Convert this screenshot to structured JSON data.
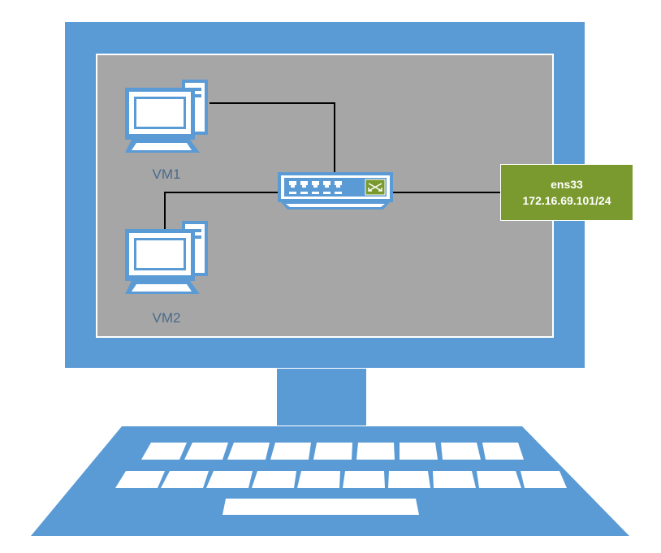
{
  "diagram": {
    "vms": [
      {
        "label": "VM1"
      },
      {
        "label": "VM2"
      }
    ],
    "nic": {
      "name": "ens33",
      "address": "172.16.69.101/24"
    }
  },
  "colors": {
    "monitor": "#5b9bd5",
    "screen": "#a6a6a6",
    "nic_box": "#7a9a2f",
    "wire": "#000000",
    "label": "#4a6a8a"
  },
  "icons": [
    "computer-icon",
    "network-switch-icon",
    "laptop-icon"
  ]
}
